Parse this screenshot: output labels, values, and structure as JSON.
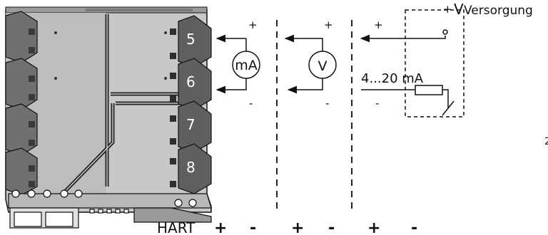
{
  "colors": {
    "housing_light": "#c8c8c8",
    "housing_dark": "#6f6f6f",
    "terminal": "#5f5f5f",
    "line": "#111111",
    "dashed": "#222222"
  },
  "supply": {
    "plus": "+",
    "v": "V",
    "label": "Versorgung"
  },
  "terminals": [
    "5",
    "6",
    "7",
    "8"
  ],
  "meters": {
    "ammeter": "mA",
    "voltmeter": "V"
  },
  "loop": {
    "range_label": "4...20 mA"
  },
  "signs": {
    "g1_plus": "+",
    "g1_minus": "-",
    "g2_plus": "+",
    "g2_minus": "-",
    "g3_plus": "+",
    "g3_minus": "-"
  },
  "bottom": {
    "hart": "HART",
    "hart_plus": "+",
    "hart_minus": "-",
    "g2_plus": "+",
    "g2_minus": "-",
    "g3_plus": "+",
    "g3_minus": "-"
  },
  "edge_fragment": "2"
}
